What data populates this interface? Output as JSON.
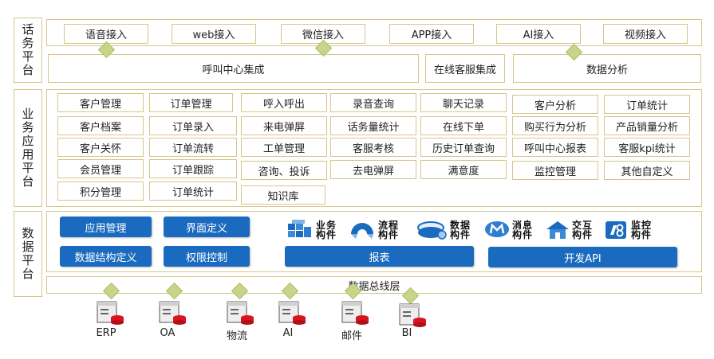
{
  "layers": {
    "talk": "话务平台",
    "business": "业务应用平台",
    "data": "数据平台"
  },
  "access": [
    "语音接入",
    "web接入",
    "微信接入",
    "APP接入",
    "AI接入",
    "视频接入"
  ],
  "integration": {
    "call_center": "呼叫中心集成",
    "online_service": "在线客服集成",
    "analysis": "数据分析"
  },
  "business": {
    "col1": [
      "客户管理",
      "客户档案",
      "客户关怀",
      "会员管理",
      "积分管理"
    ],
    "col2": [
      "订单管理",
      "订单录入",
      "订单流转",
      "订单跟踪",
      "订单统计"
    ],
    "col3": [
      "呼入呼出",
      "来电弹屏",
      "工单管理",
      "咨询、投诉",
      "知识库"
    ],
    "col4": [
      "录音查询",
      "话务量统计",
      "客服考核",
      "去电弹屏"
    ],
    "col5": [
      "聊天记录",
      "在线下单",
      "历史订单查询",
      "满意度"
    ],
    "col6": [
      "客户分析",
      "购买行为分析",
      "呼叫中心报表",
      "监控管理"
    ],
    "col7": [
      "订单统计",
      "产品销量分析",
      "客服kpi统计",
      "其他自定义"
    ]
  },
  "data_platform": {
    "buttons": [
      "应用管理",
      "界面定义",
      "数据结构定义",
      "权限控制"
    ],
    "report": "报表",
    "dev_api": "开发API",
    "components": [
      {
        "line1": "业务",
        "line2": "构件",
        "icon": "business-component-icon"
      },
      {
        "line1": "流程",
        "line2": "构件",
        "icon": "process-component-icon"
      },
      {
        "line1": "数据",
        "line2": "构件",
        "icon": "data-component-icon"
      },
      {
        "line1": "消息",
        "line2": "构件",
        "icon": "message-component-icon"
      },
      {
        "line1": "交互",
        "line2": "构件",
        "icon": "interaction-component-icon"
      },
      {
        "line1": "监控",
        "line2": "构件",
        "icon": "monitor-component-icon"
      }
    ],
    "bus": "数据总线层"
  },
  "systems": [
    "ERP",
    "OA",
    "物流",
    "AI",
    "邮件",
    "BI"
  ],
  "colors": {
    "border": "#d6c58a",
    "diamond": "#c7d58a",
    "button": "#1a6bbf",
    "server_red": "#d9141e"
  }
}
